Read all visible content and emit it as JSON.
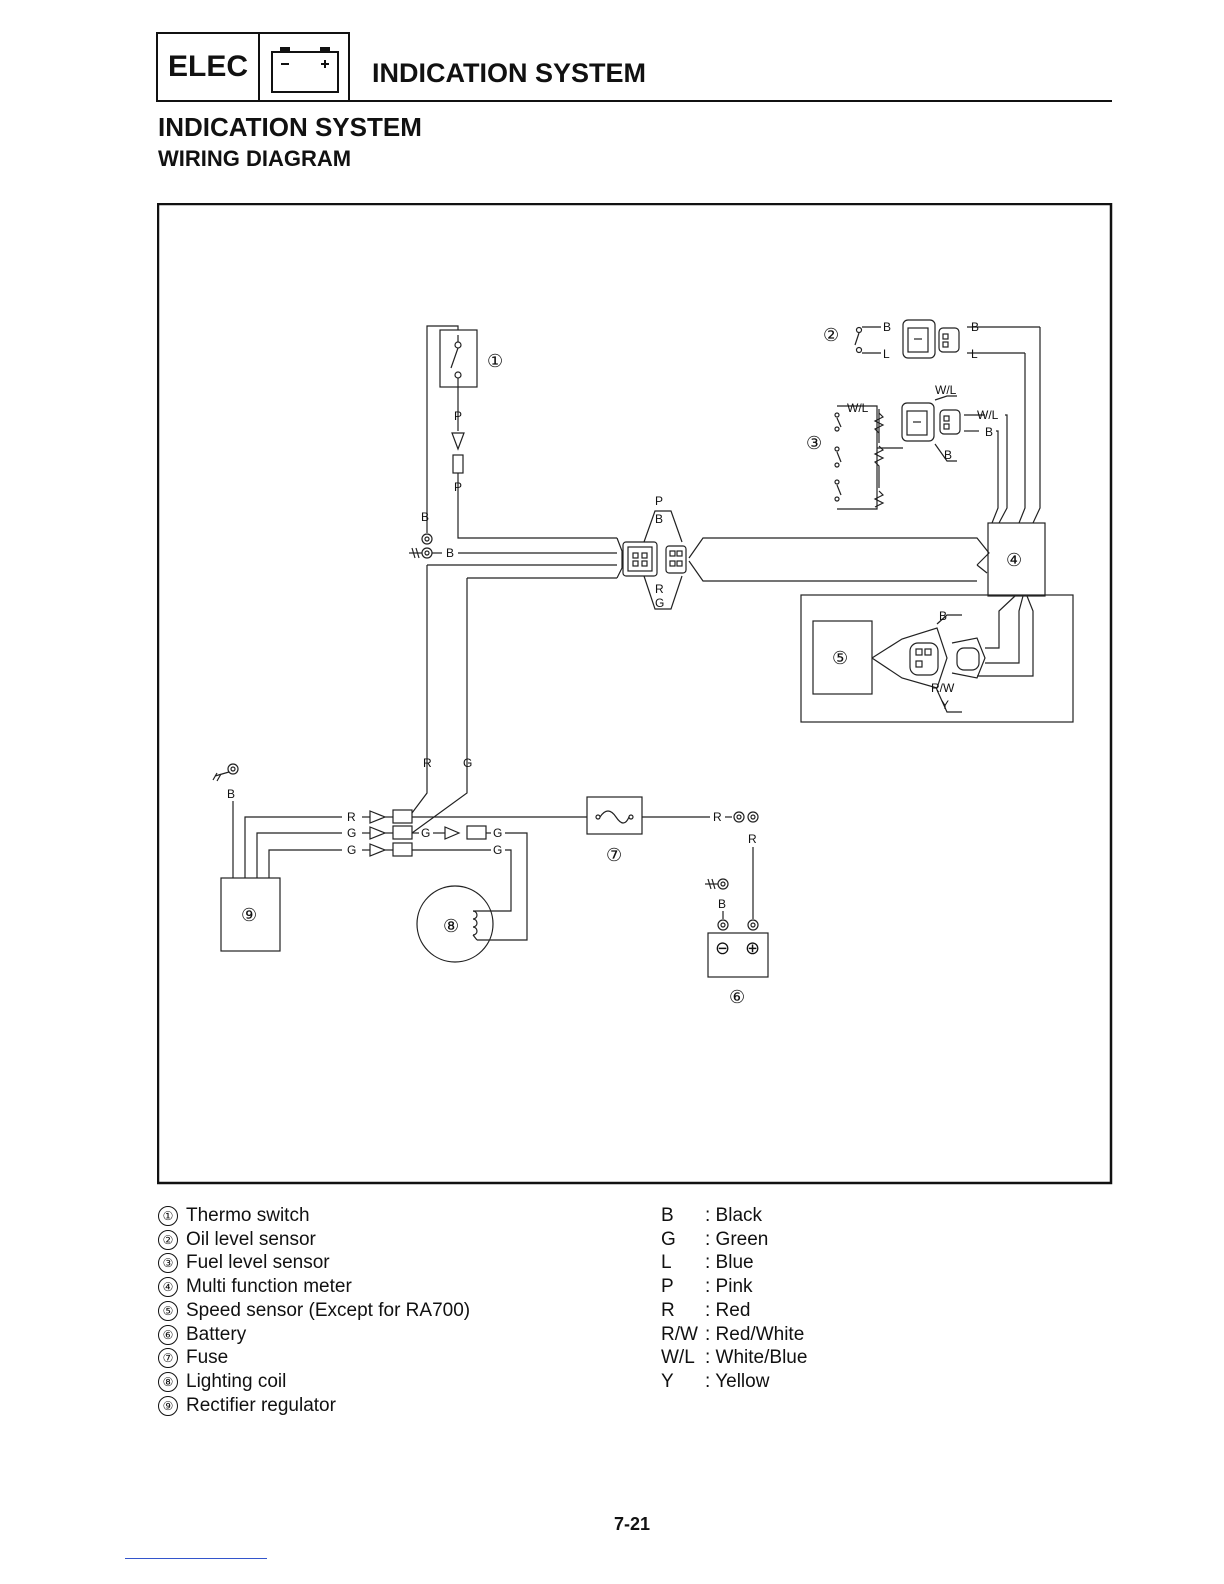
{
  "header": {
    "section_code": "ELEC",
    "title": "INDICATION SYSTEM",
    "battery_icon": "battery-icon"
  },
  "page": {
    "title": "INDICATION SYSTEM",
    "subtitle": "WIRING DIAGRAM",
    "page_number": "7-21"
  },
  "diagram": {
    "component_numbers": [
      "①",
      "②",
      "③",
      "④",
      "⑤",
      "⑥",
      "⑦",
      "⑧",
      "⑨"
    ],
    "wire_labels": {
      "black": "B",
      "green": "G",
      "blue": "L",
      "pink": "P",
      "red": "R",
      "red_white": "R/W",
      "white_blue": "W/L",
      "yellow": "Y"
    },
    "battery_terminals": {
      "negative": "⊖",
      "positive": "⊕"
    }
  },
  "legend": {
    "components": [
      {
        "num": "①",
        "label": "Thermo switch"
      },
      {
        "num": "②",
        "label": "Oil level sensor"
      },
      {
        "num": "③",
        "label": "Fuel level sensor"
      },
      {
        "num": "④",
        "label": "Multi function meter"
      },
      {
        "num": "⑤",
        "label": "Speed sensor (Except for RA700)"
      },
      {
        "num": "⑥",
        "label": "Battery"
      },
      {
        "num": "⑦",
        "label": "Fuse"
      },
      {
        "num": "⑧",
        "label": "Lighting coil"
      },
      {
        "num": "⑨",
        "label": "Rectifier regulator"
      }
    ],
    "colors": [
      {
        "code": "B",
        "name": ": Black"
      },
      {
        "code": "G",
        "name": ": Green"
      },
      {
        "code": "L",
        "name": ": Blue"
      },
      {
        "code": "P",
        "name": ": Pink"
      },
      {
        "code": "R",
        "name": ": Red"
      },
      {
        "code": "R/W",
        "name": ": Red/White"
      },
      {
        "code": "W/L",
        "name": ": White/Blue"
      },
      {
        "code": "Y",
        "name": ": Yellow"
      }
    ]
  }
}
